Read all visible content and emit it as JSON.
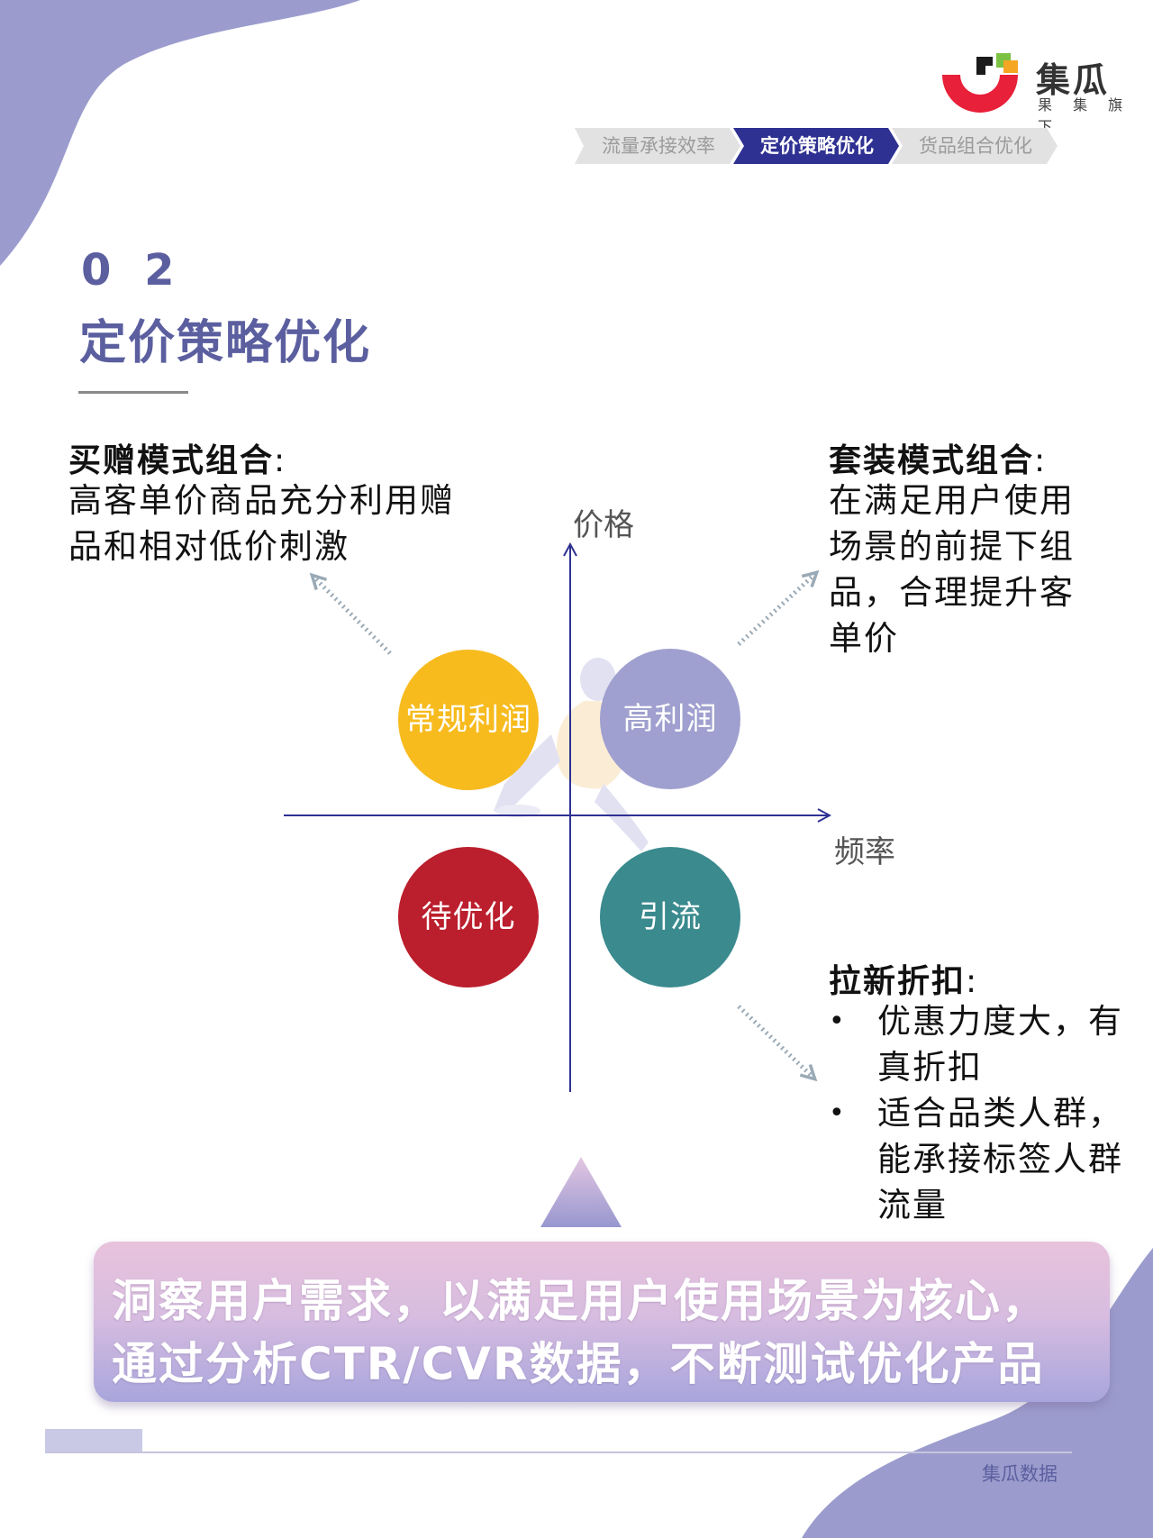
{
  "logo": {
    "name": "集瓜",
    "subtitle": "果 集 旗 下"
  },
  "breadcrumb": {
    "items": [
      "流量承接效率",
      "定价策略优化",
      "货品组合优化"
    ],
    "active_index": 1
  },
  "section": {
    "number": "0 2",
    "title": "定价策略优化"
  },
  "blocks": {
    "top_left": {
      "title": "买赠模式组合",
      "colon": ":",
      "body": "高客单价商品充分利用赠品和相对低价刺激"
    },
    "top_right": {
      "title": "套装模式组合",
      "colon": ":",
      "body": "在满足用户使用场景的前提下组品，合理提升客单价"
    },
    "bottom_right": {
      "title": "拉新折扣",
      "colon": ":",
      "bullets": [
        "优惠力度大，有真折扣",
        "适合品类人群，能承接标签人群流量"
      ]
    }
  },
  "axes": {
    "y_label": "价格",
    "x_label": "频率"
  },
  "quadrants": {
    "regular_profit": "常规利润",
    "high_profit": "高利润",
    "to_optimize": "待优化",
    "lead_traffic": "引流"
  },
  "banner": {
    "line1": "洞察用户需求，以满足用户使用场景为核心，",
    "line2": "通过分析CTR/CVR数据，不断测试优化产品"
  },
  "footer": {
    "text": "集瓜数据"
  },
  "colors": {
    "accent": "#5b5f9f",
    "crumb_active": "#2e3192",
    "crumb_inactive": "#e2e2e2",
    "blob": "#9b9ccd",
    "yellow": "#f7bb1e",
    "lavender": "#9fa0cf",
    "red": "#bb1e2c",
    "teal": "#3a8a8e"
  },
  "icons": {
    "logo": "jigua-logo-icon",
    "bullet": "bullet-dot-icon",
    "arrow": "dotted-arrow-icon",
    "figure": "running-person-illustration",
    "triangle": "triangle-pointer-icon"
  }
}
